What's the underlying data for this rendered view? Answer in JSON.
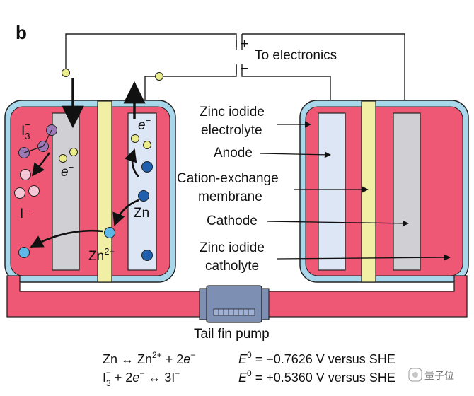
{
  "panel_label": "b",
  "terminals": {
    "plus": "+",
    "minus": "−",
    "label": "To electronics"
  },
  "labels": {
    "zinc_iodide": "Zinc iodide",
    "electrolyte": "electrolyte",
    "anode": "Anode",
    "cation_exchange": "Cation-exchange",
    "membrane": "membrane",
    "cathode": "Cathode",
    "catholyte": "catholyte",
    "pump": "Tail fin pump"
  },
  "species": {
    "i3": "I",
    "i3_sub": "3",
    "i3_sup": "−",
    "i_minus": "I⁻",
    "e_italic": "e",
    "e_sup": "−",
    "zn": "Zn",
    "zn2": "Zn",
    "zn2_sup": "2+"
  },
  "equations": {
    "eq1_left": "Zn ↔ Zn",
    "eq1_sup": "2+",
    "eq1_mid": " + 2",
    "eq1_e": "e",
    "eq1_esup": "−",
    "eq2_left": "I",
    "eq2_sub": "3",
    "eq2_sup": "−",
    "eq2_mid": " + 2",
    "eq2_e": "e",
    "eq2_esup": "−",
    "eq2_right": " ↔ 3I",
    "eq2_rsup": "−",
    "e0": "E",
    "e0_sup": "0",
    "pot1": " = −0.7626 V versus SHE",
    "pot2": " = +0.5360 V versus SHE"
  },
  "watermark": "量子位",
  "colors": {
    "electrolyte_red": "#ee5874",
    "housing_blue": "#a8d6ea",
    "housing_outline": "#222222",
    "anode_fill": "#dde6f4",
    "cathode_fill": "#cfcfd4",
    "membrane_yellow": "#f1efa6",
    "electron_yellow": "#ebec8a",
    "zn_blue": "#1f5fae",
    "zn2_lightblue": "#5fb9e8",
    "i3_purple": "#9d7ab7",
    "iodide_pink": "#f5c6d6",
    "pump_blue": "#7d8fb3"
  }
}
